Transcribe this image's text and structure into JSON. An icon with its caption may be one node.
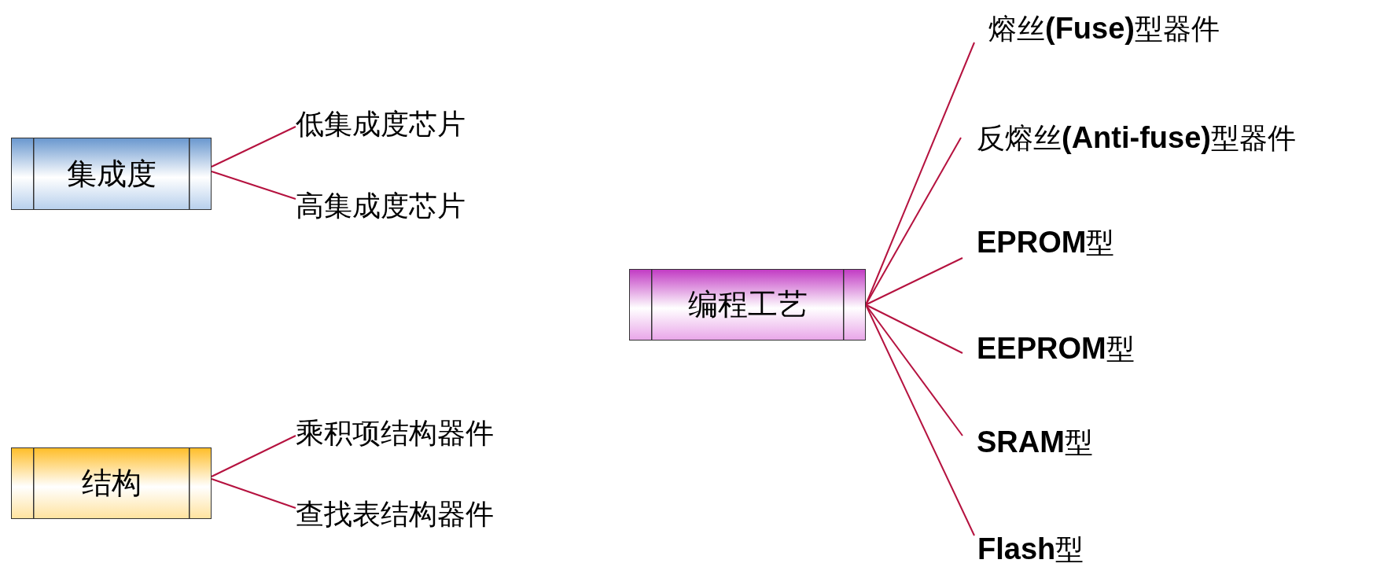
{
  "diagram": {
    "nodes": [
      {
        "text": [
          "集成度"
        ]
      },
      {
        "text": [
          "低集成度芯片"
        ]
      },
      {
        "text": [
          "高集成度芯片"
        ]
      },
      {
        "text": [
          "结构"
        ]
      },
      {
        "text": [
          "乘积项结构器件"
        ]
      },
      {
        "text": [
          "查找表结构器件"
        ]
      },
      {
        "text": [
          "编程工艺"
        ]
      },
      {
        "text": [
          "熔丝**(Fuse)**型器件"
        ]
      },
      {
        "text": [
          "反熔丝**(Anti-fuse)**型器件"
        ]
      },
      {
        "text": [
          "**EPROM**型"
        ]
      },
      {
        "text": [
          "**EEPROM**型"
        ]
      },
      {
        "text": [
          "**SRAM**型"
        ]
      },
      {
        "text": [
          "**Flash**型"
        ]
      }
    ],
    "edges": [
      {
        "from": 0,
        "to": 1,
        "arrow": "none"
      },
      {
        "from": 0,
        "to": 2,
        "arrow": "none"
      },
      {
        "from": 3,
        "to": 4,
        "arrow": "none"
      },
      {
        "from": 3,
        "to": 5,
        "arrow": "none"
      },
      {
        "from": 6,
        "to": 7,
        "arrow": "none"
      },
      {
        "from": 6,
        "to": 8,
        "arrow": "none"
      },
      {
        "from": 6,
        "to": 9,
        "arrow": "none"
      },
      {
        "from": 6,
        "to": 10,
        "arrow": "none"
      },
      {
        "from": 6,
        "to": 11,
        "arrow": "none"
      },
      {
        "from": 6,
        "to": 12,
        "arrow": "none"
      }
    ]
  }
}
